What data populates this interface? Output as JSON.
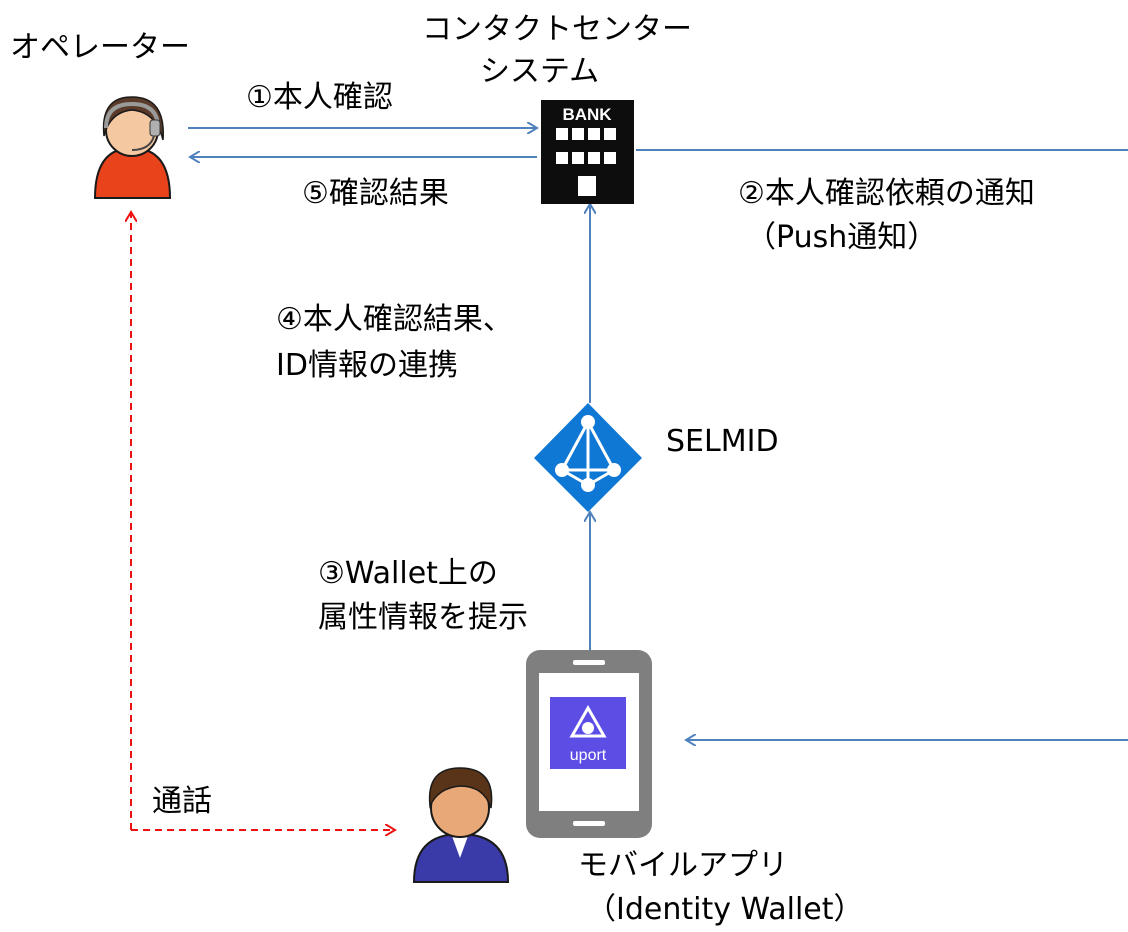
{
  "labels": {
    "operator": "オペレーター",
    "system_line1": "コンタクトセンター",
    "system_line2": "システム",
    "step1": "①本人確認",
    "step5": "⑤確認結果",
    "step2_line1": "②本人確認依頼の通知",
    "step2_line2": "（Push通知）",
    "step4_line1": "④本人確認結果、",
    "step4_line2": "ID情報の連携",
    "selmid": "SELMID",
    "step3_line1": "③Wallet上の",
    "step3_line2": "属性情報を提示",
    "call": "通話",
    "app_line1": "モバイルアプリ",
    "app_line2": "（Identity Wallet）"
  },
  "icon_text": {
    "bank": "BANK",
    "uport": "uport"
  },
  "colors": {
    "arrow_blue": "#4f81bd",
    "call_red": "#ee1111",
    "selmid_blue": "#0f78d4",
    "uport_purple": "#5c4ee5",
    "phone_gray": "#7f7f7f"
  }
}
